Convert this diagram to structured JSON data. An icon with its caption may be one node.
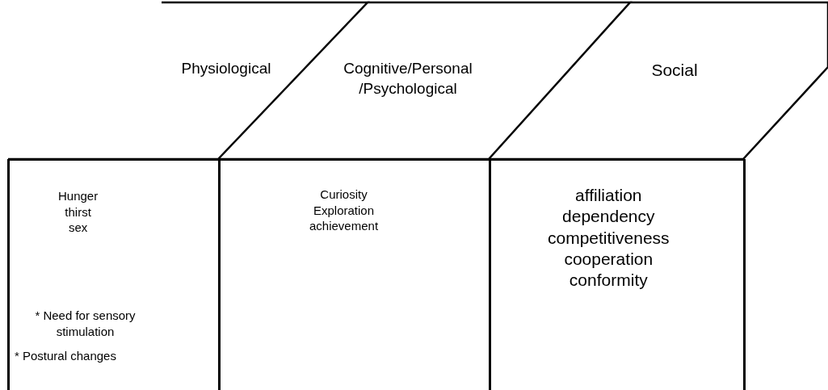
{
  "diagram": {
    "nodes": [
      {
        "text": [
          "Physiological"
        ]
      },
      {
        "text": [
          "Cognitive/Personal /Psychological"
        ]
      },
      {
        "text": [
          "Social"
        ]
      },
      {
        "text": [
          "Hunger thirst sex",
          "* Need for sensory stimulation",
          "* Postural changes"
        ]
      },
      {
        "text": [
          "Curiosity Exploration achievement"
        ]
      },
      {
        "text": [
          "affiliation dependency competitiveness cooperation conformity"
        ]
      }
    ],
    "edges": []
  }
}
